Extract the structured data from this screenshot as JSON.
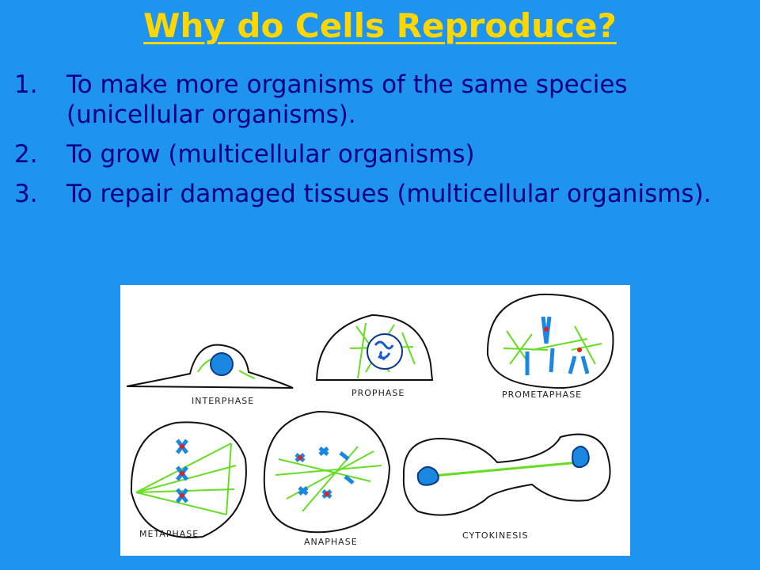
{
  "title": "Why do Cells Reproduce?",
  "reasons": [
    {
      "number": "1.",
      "text": "To make more organisms of the same species (unicellular organisms)."
    },
    {
      "number": "2.",
      "text": "To grow (multicellular organisms)"
    },
    {
      "number": "3.",
      "text": "To repair damaged tissues (multicellular organisms)."
    }
  ],
  "stages": {
    "interphase": "INTERPHASE",
    "prophase": "PROPHASE",
    "prometaphase": "PROMETAPHASE",
    "metaphase": "METAPHASE",
    "anaphase": "ANAPHASE",
    "cytokinesis": "CYTOKINESIS"
  },
  "colors": {
    "background": "#1f93f0",
    "title": "#ffd700",
    "text": "#000080",
    "spindle": "#66dd22",
    "chromosome": "#1a88e0",
    "centromere": "#e02020"
  }
}
